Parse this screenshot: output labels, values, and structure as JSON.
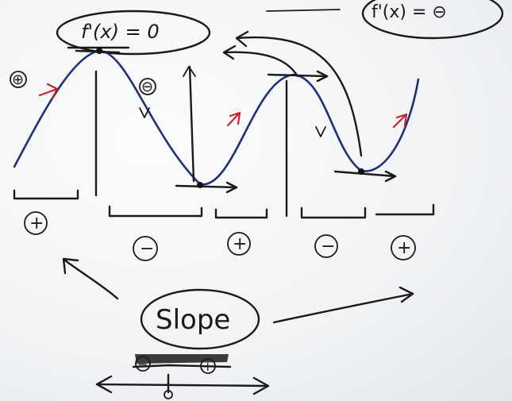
{
  "derivative_equation": "f'(x) = 0",
  "negative_derivative_note": "f'(x) = ⊖",
  "slope_label": "Slope",
  "sign_top_left": "⊕",
  "sign_minus_first_fall": "⊖",
  "interval_signs": [
    "+",
    "−",
    "+",
    "−",
    "+"
  ],
  "number_line_signs": [
    "−",
    "+"
  ],
  "ink_color": "#1a1a1c",
  "curve_color": "#1f2f7a",
  "arrow_color": "#c8222a"
}
